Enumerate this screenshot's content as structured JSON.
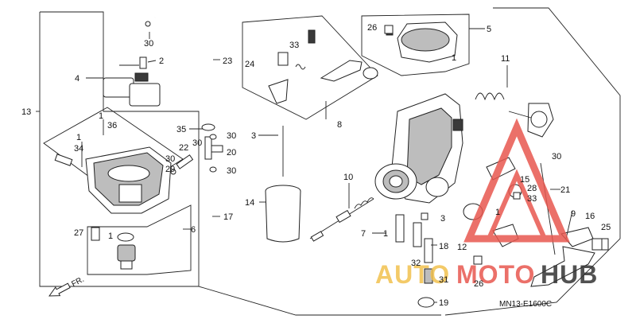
{
  "diagram": {
    "code": "MN13-E1600C",
    "front_marker": "FR.",
    "callouts": [
      "1",
      "2",
      "3",
      "4",
      "5",
      "6",
      "7",
      "8",
      "9",
      "10",
      "11",
      "12",
      "13",
      "14",
      "15",
      "16",
      "17",
      "18",
      "19",
      "20",
      "21",
      "22",
      "23",
      "24",
      "25",
      "26",
      "27",
      "28",
      "29",
      "30",
      "31",
      "32",
      "33",
      "34",
      "35",
      "36"
    ]
  },
  "watermark": {
    "text_auto": "AUTO",
    "text_moto": "MOTO",
    "text_hub": "HUB",
    "colors": {
      "auto": "#f2c14e",
      "moto": "#e8584f",
      "hub": "#333333",
      "logo": "#e8584f"
    }
  }
}
